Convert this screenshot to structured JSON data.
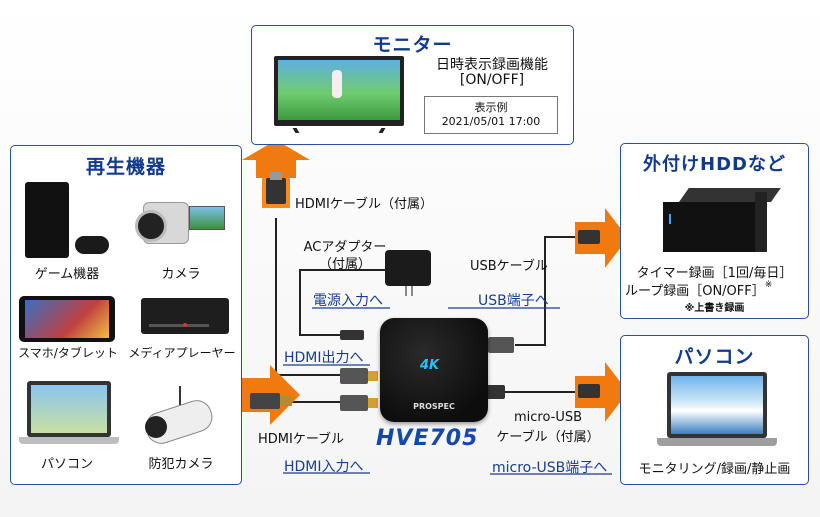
{
  "monitor": {
    "title": "モニター",
    "feature": "日時表示録画機能",
    "feature_state": "[ON/OFF]",
    "example_title": "表示例",
    "example_value": "2021/05/01 17:00"
  },
  "playback": {
    "title": "再生機器",
    "items": [
      "ゲーム機器",
      "カメラ",
      "スマホ/タブレット",
      "メディアプレーヤー",
      "パソコン",
      "防犯カメラ"
    ]
  },
  "hdd": {
    "title": "外付けHDDなど",
    "line1": "タイマー録画［1回/毎日］",
    "line2": "ループ録画［ON/OFF］",
    "line2_mark": "※",
    "note": "※上書き録画"
  },
  "pc": {
    "title": "パソコン",
    "caption": "モニタリング/録画/静止画"
  },
  "device": {
    "name": "HVE705",
    "logo": "PROSPEC",
    "badge": "4K"
  },
  "cables": {
    "hdmi_out_cable": "HDMIケーブル（付属）",
    "ac_adapter": "ACアダプター",
    "ac_adapter_sub": "（付属）",
    "power_in": "電源入力へ",
    "hdmi_out": "HDMI出力へ",
    "hdmi_in_cable": "HDMIケーブル",
    "hdmi_in": "HDMI入力へ",
    "usb_cable": "USBケーブル",
    "usb_port": "USB端子へ",
    "micro_usb_cable": "micro-USB",
    "micro_usb_cable_sub": "ケーブル（付属）",
    "micro_usb_port": "micro-USB端子へ"
  },
  "colors": {
    "panel_border": "#2a4fa0",
    "title_blue": "#103a8c",
    "arrow_orange": "#f07a10",
    "device_name": "#1648a8"
  }
}
